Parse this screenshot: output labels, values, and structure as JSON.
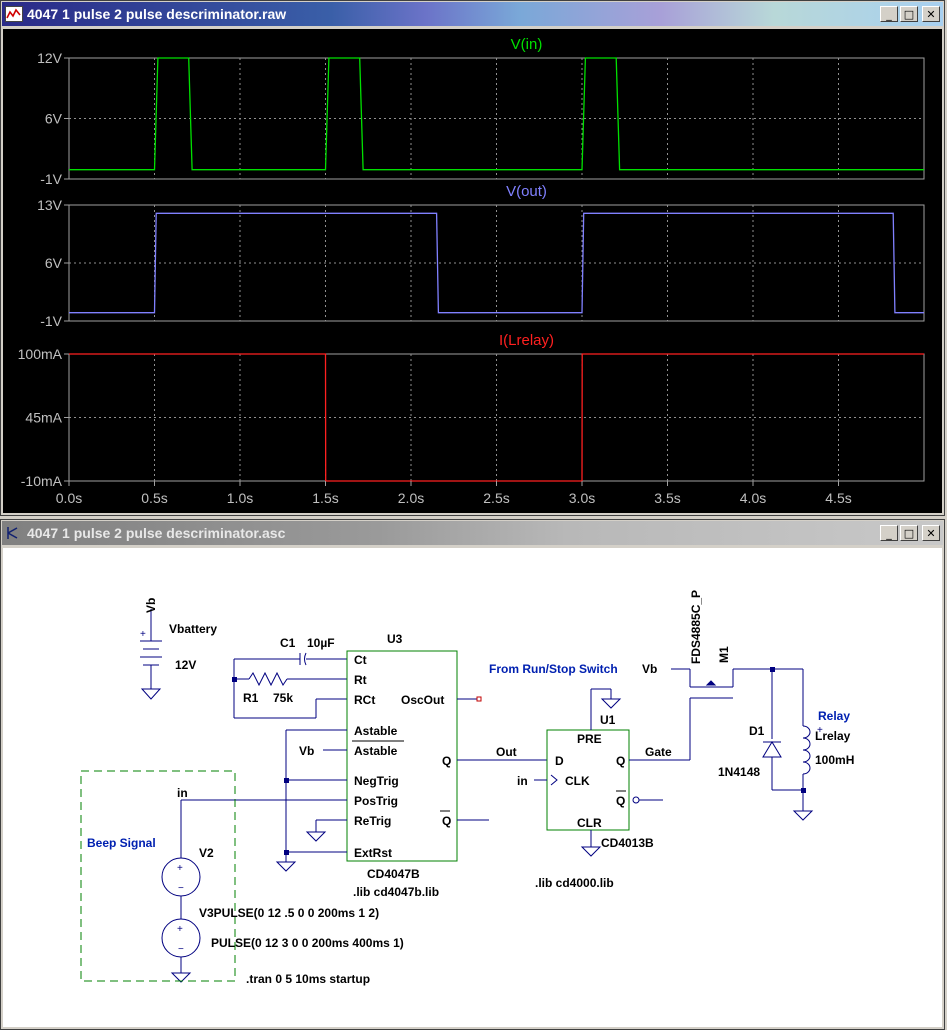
{
  "waveform_window": {
    "title": "4047 1 pulse 2 pulse descriminator.raw",
    "minimize_glyph": "_",
    "maximize_glyph": "□",
    "close_glyph": "✕"
  },
  "schematic_window": {
    "title": "4047 1 pulse 2 pulse descriminator.asc",
    "minimize_glyph": "_",
    "maximize_glyph": "□",
    "close_glyph": "✕"
  },
  "chart_data": [
    {
      "type": "line",
      "title": "V(in)",
      "color": "#00e000",
      "ylim": [
        -1,
        12
      ],
      "yticks": [
        "12V",
        "6V",
        "-1V"
      ],
      "xlim": [
        0,
        5
      ],
      "series": [
        {
          "name": "V(in)",
          "x": [
            0,
            0.5,
            0.52,
            0.7,
            0.72,
            1.5,
            1.52,
            1.7,
            1.72,
            3.0,
            3.02,
            3.2,
            3.22,
            5.0
          ],
          "values": [
            0,
            0,
            12,
            12,
            0,
            0,
            12,
            12,
            0,
            0,
            12,
            12,
            0,
            0
          ]
        }
      ]
    },
    {
      "type": "line",
      "title": "V(out)",
      "color": "#8080ff",
      "ylim": [
        -1,
        13
      ],
      "yticks": [
        "13V",
        "6V",
        "-1V"
      ],
      "xlim": [
        0,
        5
      ],
      "series": [
        {
          "name": "V(out)",
          "x": [
            0,
            0.5,
            0.51,
            2.15,
            2.16,
            3.0,
            3.01,
            4.82,
            4.83,
            5.0
          ],
          "values": [
            0,
            0,
            12,
            12,
            0,
            0,
            12,
            12,
            0,
            0
          ]
        }
      ]
    },
    {
      "type": "line",
      "title": "I(Lrelay)",
      "color": "#ff2020",
      "ylim": [
        -10,
        100
      ],
      "yticks": [
        "100mA",
        "45mA",
        "-10mA"
      ],
      "xlim": [
        0,
        5
      ],
      "xticks": [
        "0.0s",
        "0.5s",
        "1.0s",
        "1.5s",
        "2.0s",
        "2.5s",
        "3.0s",
        "3.5s",
        "4.0s",
        "4.5s"
      ],
      "series": [
        {
          "name": "I(Lrelay)",
          "x": [
            0,
            1.5,
            1.501,
            3.0,
            3.001,
            5.0
          ],
          "values": [
            100,
            100,
            -10,
            -10,
            100,
            100
          ]
        }
      ]
    }
  ],
  "schematic": {
    "vb_flag": "Vb",
    "vbattery": "Vbattery",
    "vbattery_value": "12V",
    "c1": "C1",
    "c1_value": "10µF",
    "r1": "R1",
    "r1_value": "75k",
    "u3": "U3",
    "u3_pins_left": [
      "Ct",
      "Rt",
      "RCt",
      "Astable",
      "Astable",
      "NegTrig",
      "PosTrig",
      "ReTrig",
      "ExtRst"
    ],
    "vb_astable": "Vb",
    "oscout": "OscOut",
    "u3_q": "Q",
    "u3_qbar": "Q",
    "u3_part": "CD4047B",
    "u3_lib": ".lib cd4047b.lib",
    "net_in": "in",
    "beep_signal": "Beep Signal",
    "v2": "V2",
    "v3_label": "V3PULSE(0 12 .5 0 0 200ms 1 2)",
    "v_pulse": "PULSE(0 12 3 0 0 200ms 400ms 1)",
    "tran": ".tran 0 5 10ms startup",
    "out_net": "Out",
    "u1": "U1",
    "u1_pre": "PRE",
    "u1_d": "D",
    "u1_q": "Q",
    "u1_clk": "CLK",
    "u1_qbar": "Q",
    "u1_clr": "CLR",
    "u1_part": "CD4013B",
    "lib4000": ".lib cd4000.lib",
    "clk_in": "in",
    "run_stop": "From Run/Stop Switch",
    "run_stop_vb": "Vb",
    "mosfet_part": "FDS4885C_P",
    "m1": "M1",
    "gate": "Gate",
    "d1": "D1",
    "d1_part": "1N4148",
    "relay": "Relay",
    "lrelay": "Lrelay",
    "lrelay_value": "100mH"
  }
}
